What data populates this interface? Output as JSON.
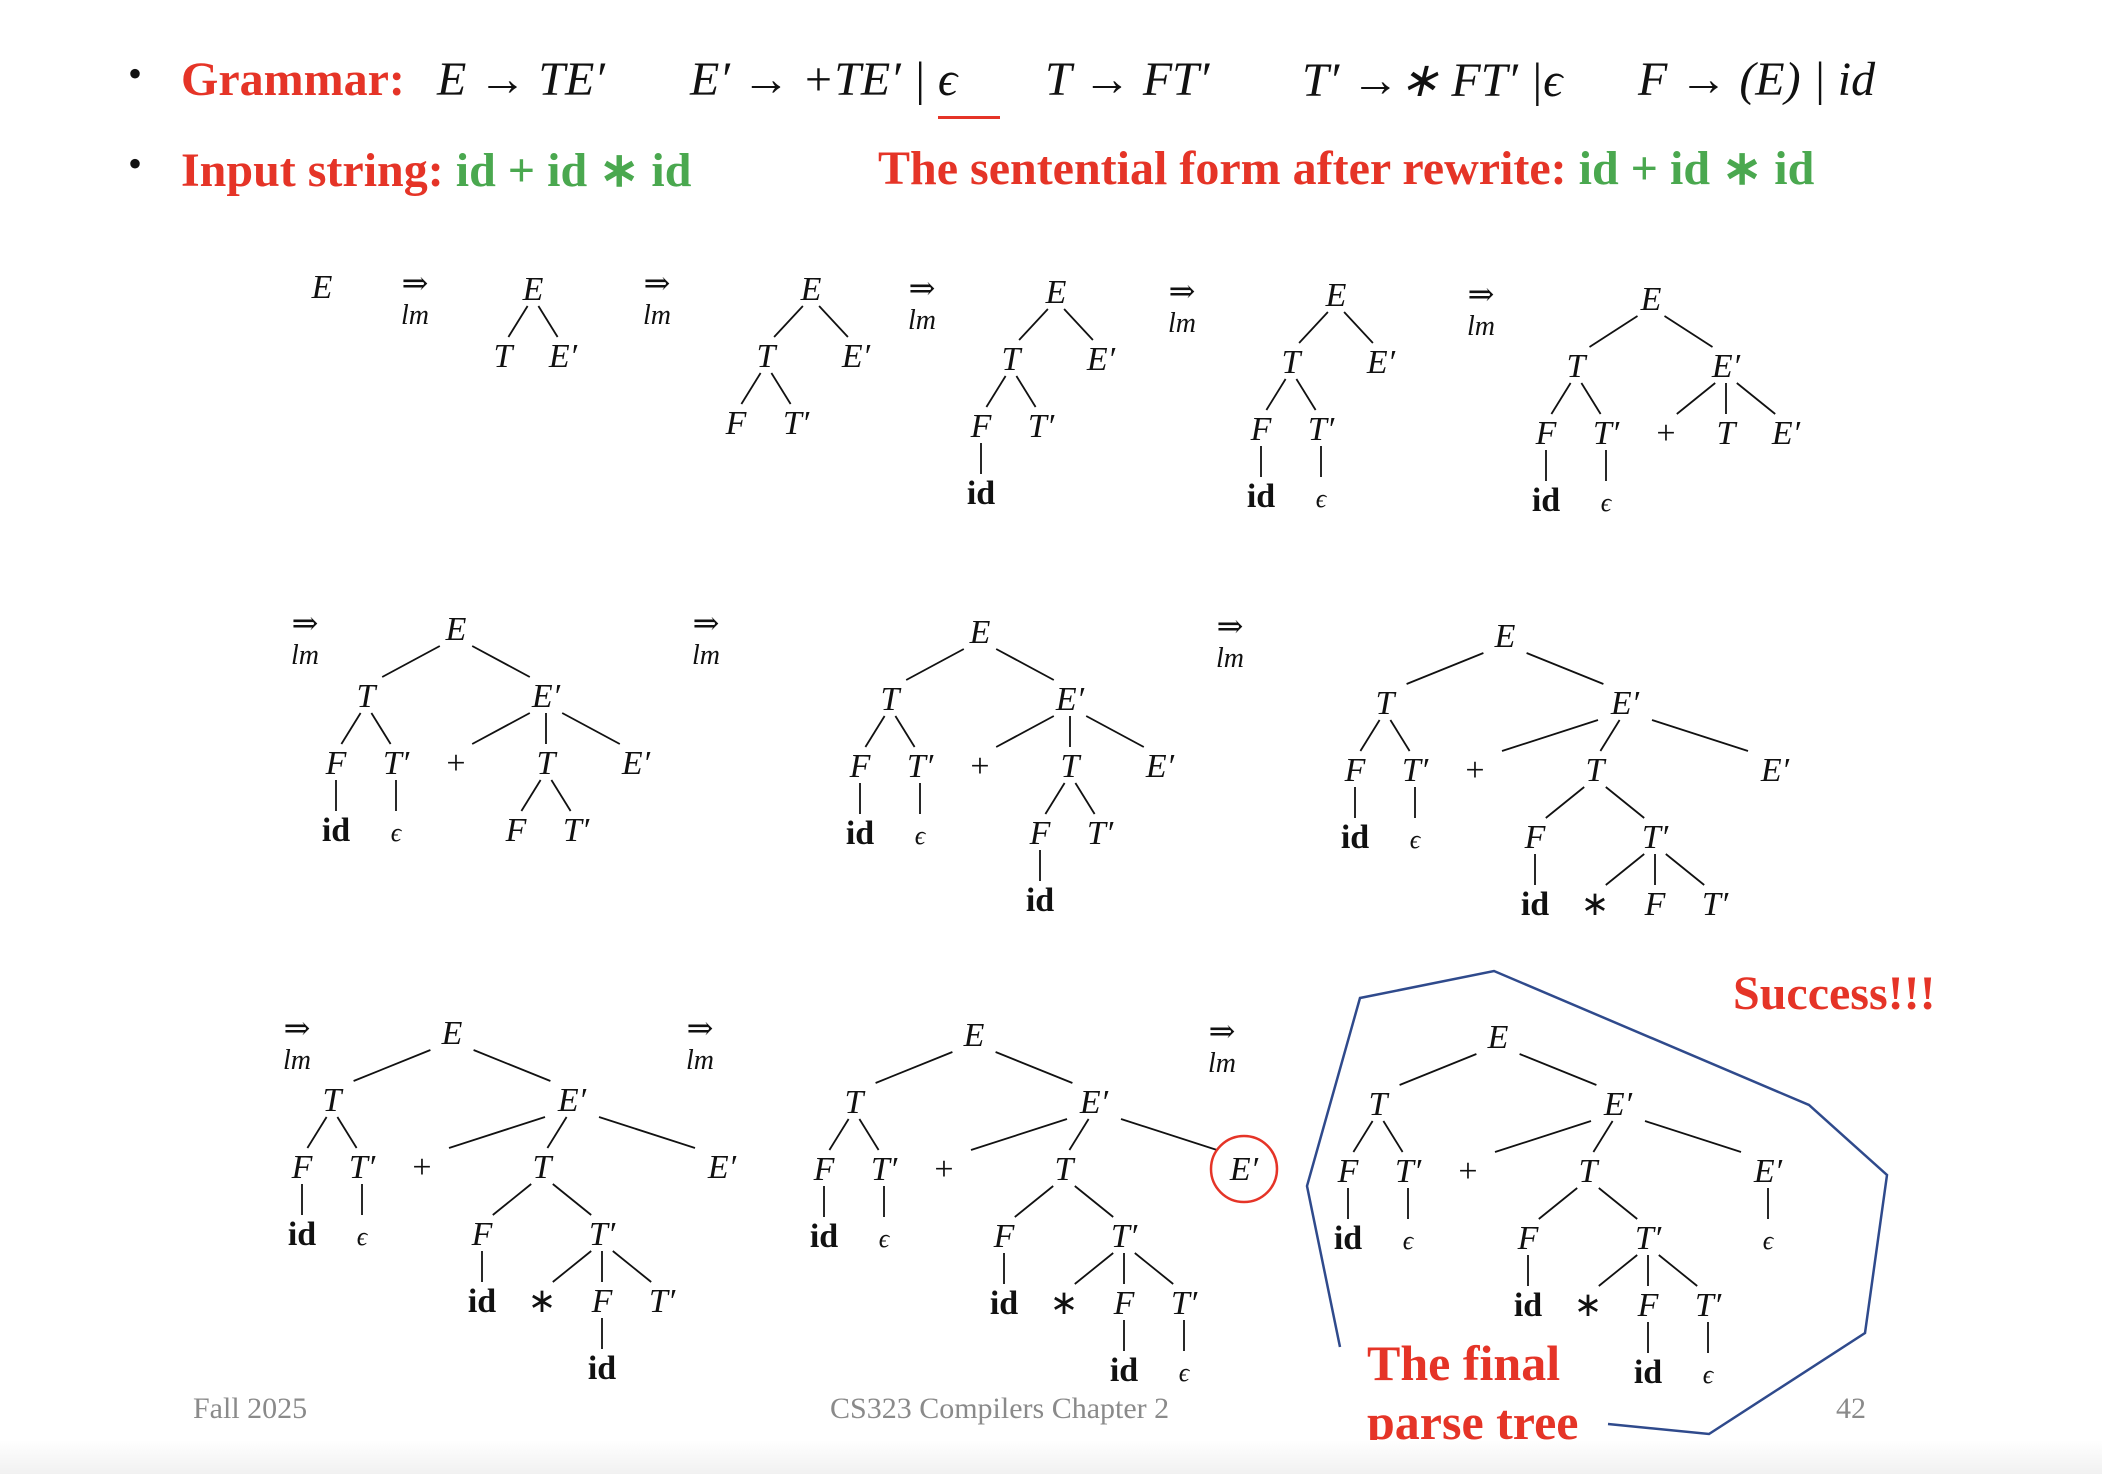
{
  "header": {
    "bullet": "•",
    "grammar_label": "Grammar:",
    "productions": [
      "E → TE′",
      "E′ → +TE′ | ϵ",
      "T → FT′",
      "T′ →∗ FT′ |ϵ",
      "F → (E) | id"
    ],
    "input_label": "Input string:",
    "input_value": "id + id ∗ id",
    "sentential_label": "The sentential form after rewrite:",
    "sentential_value": "id + id ∗ id"
  },
  "derivation_step": {
    "arrow": "⇒",
    "subscript": "lm"
  },
  "trees": [
    {
      "l": "E"
    },
    {
      "l": "E",
      "c": [
        {
          "l": "T"
        },
        {
          "l": "E′"
        }
      ]
    },
    {
      "l": "E",
      "c": [
        {
          "l": "T",
          "c": [
            {
              "l": "F"
            },
            {
              "l": "T′"
            }
          ]
        },
        {
          "l": "E′"
        }
      ]
    },
    {
      "l": "E",
      "c": [
        {
          "l": "T",
          "c": [
            {
              "l": "F",
              "c": [
                {
                  "l": "id"
                }
              ]
            },
            {
              "l": "T′"
            }
          ]
        },
        {
          "l": "E′"
        }
      ]
    },
    {
      "l": "E",
      "c": [
        {
          "l": "T",
          "c": [
            {
              "l": "F",
              "c": [
                {
                  "l": "id"
                }
              ]
            },
            {
              "l": "T′",
              "c": [
                {
                  "l": "ϵ"
                }
              ]
            }
          ]
        },
        {
          "l": "E′"
        }
      ]
    },
    {
      "l": "E",
      "c": [
        {
          "l": "T",
          "c": [
            {
              "l": "F",
              "c": [
                {
                  "l": "id"
                }
              ]
            },
            {
              "l": "T′",
              "c": [
                {
                  "l": "ϵ"
                }
              ]
            }
          ]
        },
        {
          "l": "E′",
          "c": [
            {
              "l": "+"
            },
            {
              "l": "T"
            },
            {
              "l": "E′"
            }
          ]
        }
      ]
    },
    {
      "l": "E",
      "c": [
        {
          "l": "T",
          "c": [
            {
              "l": "F",
              "c": [
                {
                  "l": "id"
                }
              ]
            },
            {
              "l": "T′",
              "c": [
                {
                  "l": "ϵ"
                }
              ]
            }
          ]
        },
        {
          "l": "E′",
          "c": [
            {
              "l": "+"
            },
            {
              "l": "T",
              "c": [
                {
                  "l": "F"
                },
                {
                  "l": "T′"
                }
              ]
            },
            {
              "l": "E′"
            }
          ]
        }
      ]
    },
    {
      "l": "E",
      "c": [
        {
          "l": "T",
          "c": [
            {
              "l": "F",
              "c": [
                {
                  "l": "id"
                }
              ]
            },
            {
              "l": "T′",
              "c": [
                {
                  "l": "ϵ"
                }
              ]
            }
          ]
        },
        {
          "l": "E′",
          "c": [
            {
              "l": "+"
            },
            {
              "l": "T",
              "c": [
                {
                  "l": "F",
                  "c": [
                    {
                      "l": "id"
                    }
                  ]
                },
                {
                  "l": "T′"
                }
              ]
            },
            {
              "l": "E′"
            }
          ]
        }
      ]
    },
    {
      "l": "E",
      "c": [
        {
          "l": "T",
          "c": [
            {
              "l": "F",
              "c": [
                {
                  "l": "id"
                }
              ]
            },
            {
              "l": "T′",
              "c": [
                {
                  "l": "ϵ"
                }
              ]
            }
          ]
        },
        {
          "l": "E′",
          "c": [
            {
              "l": "+"
            },
            {
              "l": "T",
              "c": [
                {
                  "l": "F",
                  "c": [
                    {
                      "l": "id"
                    }
                  ]
                },
                {
                  "l": "T′",
                  "c": [
                    {
                      "l": "∗"
                    },
                    {
                      "l": "F"
                    },
                    {
                      "l": "T′"
                    }
                  ]
                }
              ]
            },
            {
              "l": "E′"
            }
          ]
        }
      ]
    },
    {
      "l": "E",
      "c": [
        {
          "l": "T",
          "c": [
            {
              "l": "F",
              "c": [
                {
                  "l": "id"
                }
              ]
            },
            {
              "l": "T′",
              "c": [
                {
                  "l": "ϵ"
                }
              ]
            }
          ]
        },
        {
          "l": "E′",
          "c": [
            {
              "l": "+"
            },
            {
              "l": "T",
              "c": [
                {
                  "l": "F",
                  "c": [
                    {
                      "l": "id"
                    }
                  ]
                },
                {
                  "l": "T′",
                  "c": [
                    {
                      "l": "∗"
                    },
                    {
                      "l": "F",
                      "c": [
                        {
                          "l": "id"
                        }
                      ]
                    },
                    {
                      "l": "T′"
                    }
                  ]
                }
              ]
            },
            {
              "l": "E′"
            }
          ]
        }
      ]
    },
    {
      "l": "E",
      "c": [
        {
          "l": "T",
          "c": [
            {
              "l": "F",
              "c": [
                {
                  "l": "id"
                }
              ]
            },
            {
              "l": "T′",
              "c": [
                {
                  "l": "ϵ"
                }
              ]
            }
          ]
        },
        {
          "l": "E′",
          "c": [
            {
              "l": "+"
            },
            {
              "l": "T",
              "c": [
                {
                  "l": "F",
                  "c": [
                    {
                      "l": "id"
                    }
                  ]
                },
                {
                  "l": "T′",
                  "c": [
                    {
                      "l": "∗"
                    },
                    {
                      "l": "F",
                      "c": [
                        {
                          "l": "id"
                        }
                      ]
                    },
                    {
                      "l": "T′",
                      "c": [
                        {
                          "l": "ϵ"
                        }
                      ]
                    }
                  ]
                }
              ]
            },
            {
              "l": "E′",
              "circled": true
            }
          ]
        }
      ]
    },
    {
      "l": "E",
      "c": [
        {
          "l": "T",
          "c": [
            {
              "l": "F",
              "c": [
                {
                  "l": "id"
                }
              ]
            },
            {
              "l": "T′",
              "c": [
                {
                  "l": "ϵ"
                }
              ]
            }
          ]
        },
        {
          "l": "E′",
          "c": [
            {
              "l": "+"
            },
            {
              "l": "T",
              "c": [
                {
                  "l": "F",
                  "c": [
                    {
                      "l": "id"
                    }
                  ]
                },
                {
                  "l": "T′",
                  "c": [
                    {
                      "l": "∗"
                    },
                    {
                      "l": "F",
                      "c": [
                        {
                          "l": "id"
                        }
                      ]
                    },
                    {
                      "l": "T′",
                      "c": [
                        {
                          "l": "ϵ"
                        }
                      ]
                    }
                  ]
                }
              ]
            },
            {
              "l": "E′",
              "c": [
                {
                  "l": "ϵ"
                }
              ]
            }
          ]
        }
      ]
    }
  ],
  "annotations": {
    "success": "Success!!!",
    "final_line1": "The final",
    "final_line2": "parse tree"
  },
  "footer": {
    "term": "Fall 2025",
    "course": "CS323 Compilers Chapter 2",
    "page": "42"
  },
  "colors": {
    "accent_red": "#e53427",
    "accent_green": "#4aa84f",
    "outline_blue": "#2f4a8c"
  }
}
